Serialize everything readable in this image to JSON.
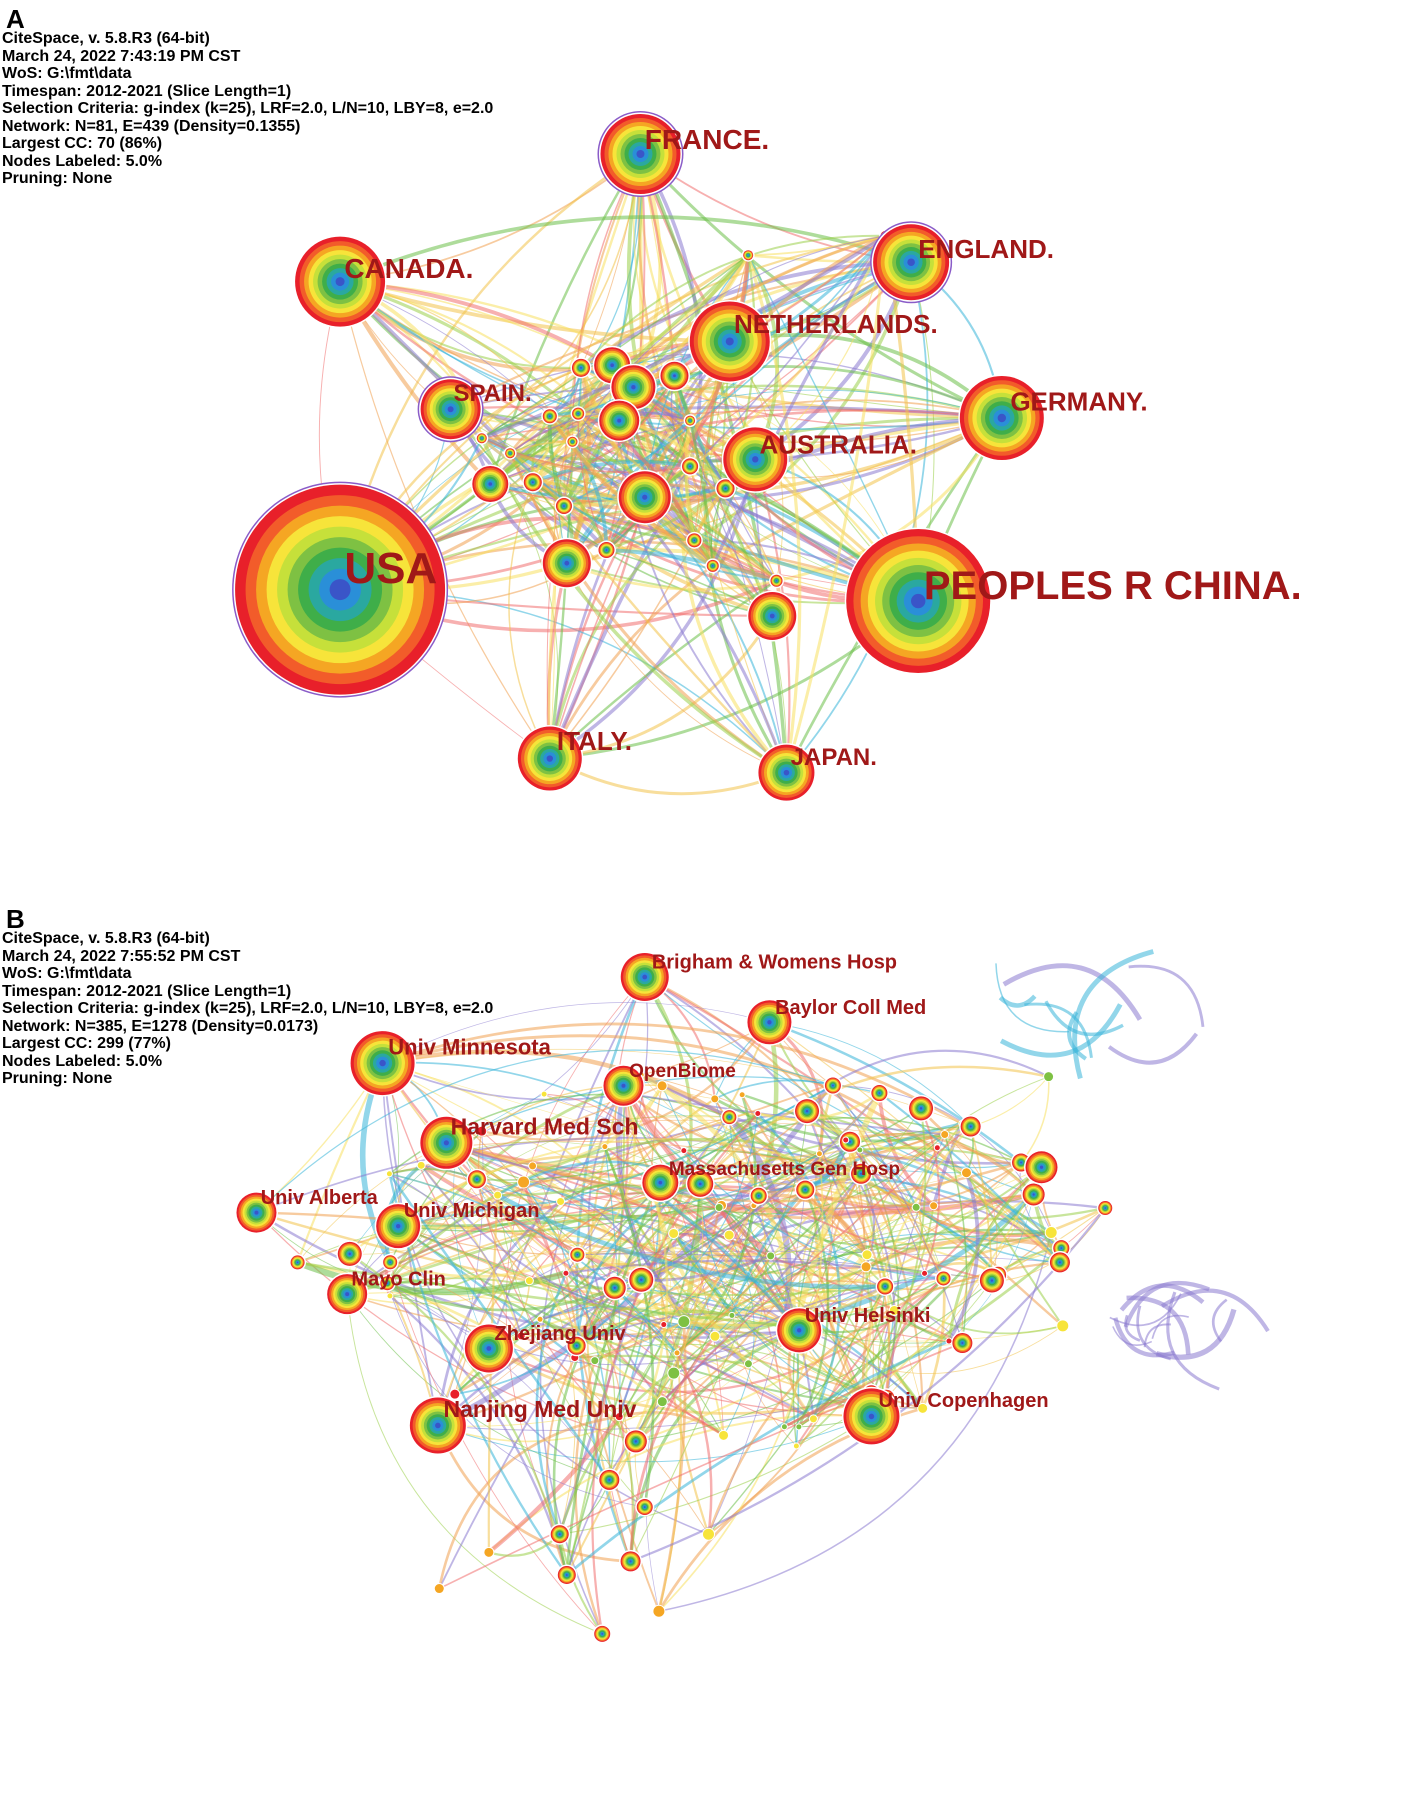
{
  "colors": {
    "label": "#a01818",
    "rings": [
      "#e8202a",
      "#f25c2a",
      "#f5a623",
      "#f7e43a",
      "#c6e03a",
      "#7ec143",
      "#3fae49",
      "#2aa8a0",
      "#2a8fd8",
      "#3a55c8"
    ],
    "purple_halo": "#8a5cc8",
    "edge_colors": [
      "#f3c24a",
      "#9ad04a",
      "#6cc048",
      "#39b5d8",
      "#f07070",
      "#f8e060",
      "#8a7ad0",
      "#f0a050"
    ]
  },
  "panels": [
    {
      "id": "A",
      "meta": [
        "CiteSpace, v. 5.8.R3 (64-bit)",
        "March 24, 2022 7:43:19 PM CST",
        "WoS: G:\\fmt\\data",
        "Timespan: 2012-2021 (Slice Length=1)",
        "Selection Criteria: g-index (k=25), LRF=2.0, L/N=10, LBY=8, e=2.0",
        "Network: N=81, E=439 (Density=0.1355)",
        "Largest CC: 70 (86%)",
        "Nodes Labeled: 5.0%",
        "Pruning: None"
      ],
      "nodes": [
        {
          "label": "FRANCE.",
          "weight": 3.2,
          "halo": true
        },
        {
          "label": "CANADA.",
          "weight": 3.6,
          "halo": false
        },
        {
          "label": "ENGLAND.",
          "weight": 3.0,
          "halo": true
        },
        {
          "label": "NETHERLANDS.",
          "weight": 3.0,
          "halo": false
        },
        {
          "label": "SPAIN.",
          "weight": 2.4,
          "halo": true
        },
        {
          "label": "GERMANY.",
          "weight": 3.0,
          "halo": false
        },
        {
          "label": "AUSTRALIA.",
          "weight": 2.6,
          "halo": false
        },
        {
          "label": "USA",
          "weight": 8.0,
          "halo": true
        },
        {
          "label": "PEOPLES R CHINA.",
          "weight": 5.6,
          "halo": false
        },
        {
          "label": "ITALY.",
          "weight": 2.6,
          "halo": false
        },
        {
          "label": "JAPAN.",
          "weight": 2.2,
          "halo": false
        }
      ]
    },
    {
      "id": "B",
      "meta": [
        "CiteSpace, v. 5.8.R3 (64-bit)",
        "March 24, 2022 7:55:52 PM CST",
        "WoS: G:\\fmt\\data",
        "Timespan: 2012-2021 (Slice Length=1)",
        "Selection Criteria: g-index (k=25), LRF=2.0, L/N=10, LBY=8, e=2.0",
        "Network: N=385, E=1278 (Density=0.0173)",
        "Largest CC: 299 (77%)",
        "Nodes Labeled: 5.0%",
        "Pruning: None"
      ],
      "nodes": [
        {
          "label": "Brigham & Womens Hosp",
          "weight": 2.2
        },
        {
          "label": "Baylor Coll Med",
          "weight": 2.0
        },
        {
          "label": "Univ Minnesota",
          "weight": 2.8
        },
        {
          "label": "OpenBiome",
          "weight": 1.8
        },
        {
          "label": "Harvard Med Sch",
          "weight": 2.4
        },
        {
          "label": "Massachusetts Gen Hosp",
          "weight": 1.6
        },
        {
          "label": "Univ Alberta",
          "weight": 1.8
        },
        {
          "label": "Univ Michigan",
          "weight": 2.0
        },
        {
          "label": "Mayo Clin",
          "weight": 1.8
        },
        {
          "label": "Zhejiang Univ",
          "weight": 2.2
        },
        {
          "label": "Univ Helsinki",
          "weight": 2.0
        },
        {
          "label": "Nanjing Med Univ",
          "weight": 2.4
        },
        {
          "label": "Univ Copenhagen",
          "weight": 2.4
        }
      ]
    }
  ]
}
